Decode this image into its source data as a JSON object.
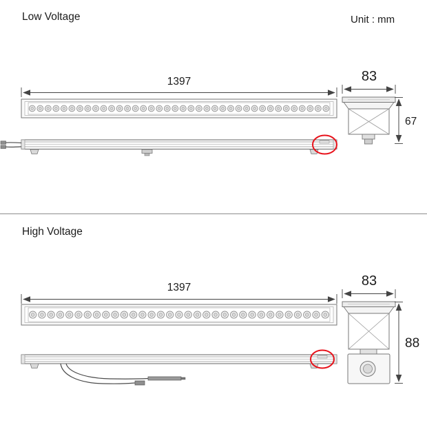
{
  "meta": {
    "unit_label": "Unit : mm"
  },
  "annotation": {
    "highlight_color": "#e8121b"
  },
  "sections": [
    {
      "id": "low-voltage",
      "title": "Low Voltage",
      "dims": {
        "length": "1397",
        "width": "83",
        "height": "67"
      }
    },
    {
      "id": "high-voltage",
      "title": "High Voltage",
      "dims": {
        "length": "1397",
        "width": "83",
        "height": "88"
      }
    }
  ]
}
